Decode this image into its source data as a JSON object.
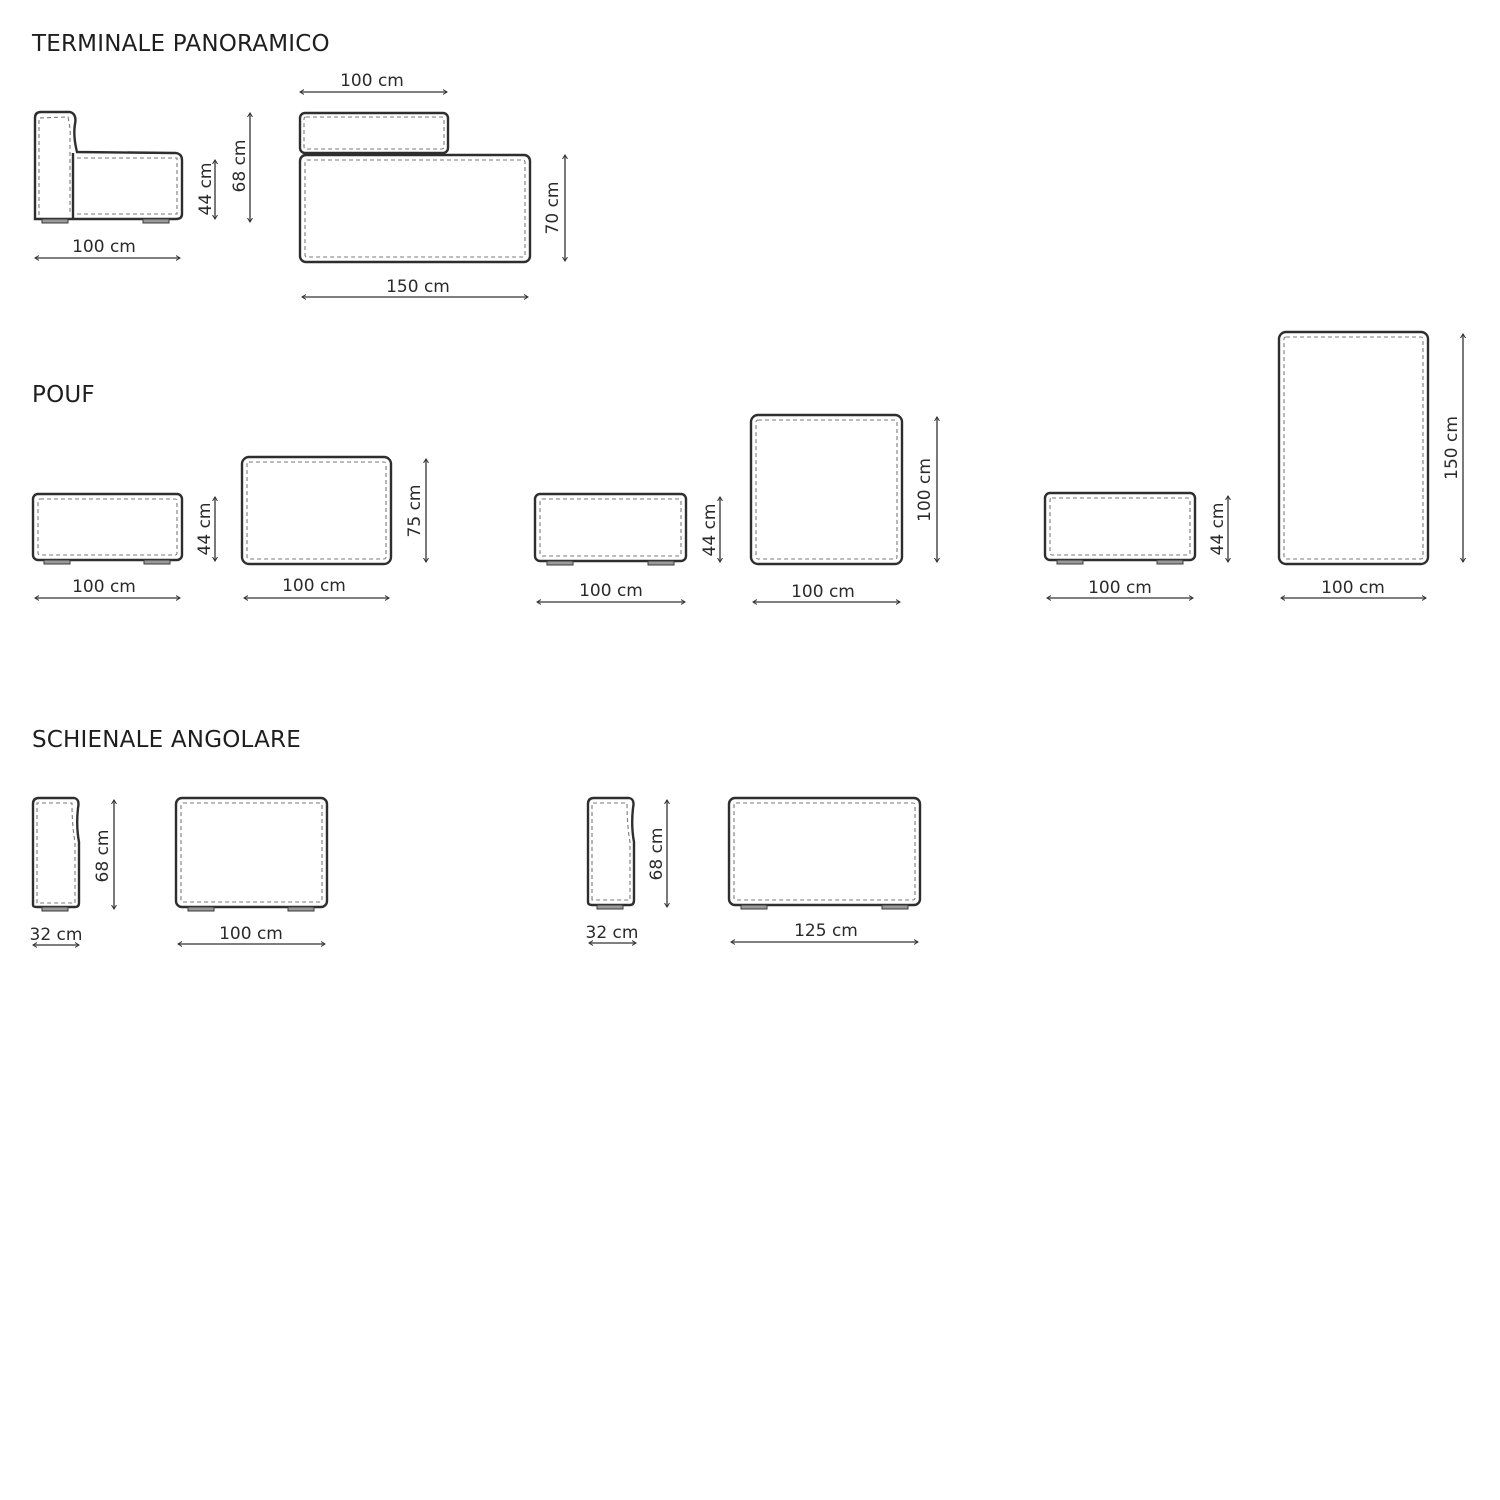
{
  "sections": {
    "terminale": {
      "title": "TERMINALE  PANORAMICO"
    },
    "pouf": {
      "title": "POUF"
    },
    "schienale": {
      "title": "SCHIENALE ANGOLARE"
    }
  },
  "dimensions": {
    "terminale_side_width": "100 cm",
    "terminale_side_seat_height": "44 cm",
    "terminale_side_back_height": "68 cm",
    "terminale_top_back_width": "100 cm",
    "terminale_top_width": "150 cm",
    "terminale_top_depth": "70 cm",
    "pouf1_side_width": "100 cm",
    "pouf1_side_height": "44 cm",
    "pouf1_top_width": "100 cm",
    "pouf1_top_depth": "75 cm",
    "pouf2_side_width": "100 cm",
    "pouf2_side_height": "44 cm",
    "pouf2_top_width": "100 cm",
    "pouf2_top_depth": "100 cm",
    "pouf3_side_width": "100 cm",
    "pouf3_side_height": "44 cm",
    "pouf3_top_width": "100 cm",
    "pouf3_top_depth": "150 cm",
    "schienale1_side_depth": "32 cm",
    "schienale1_side_height": "68 cm",
    "schienale1_front_width": "100 cm",
    "schienale2_side_depth": "32 cm",
    "schienale2_side_height": "68 cm",
    "schienale2_front_width": "125 cm"
  },
  "colors": {
    "line": "#2e2e2e",
    "stitch": "#7a7a7a",
    "background": "#ffffff"
  }
}
